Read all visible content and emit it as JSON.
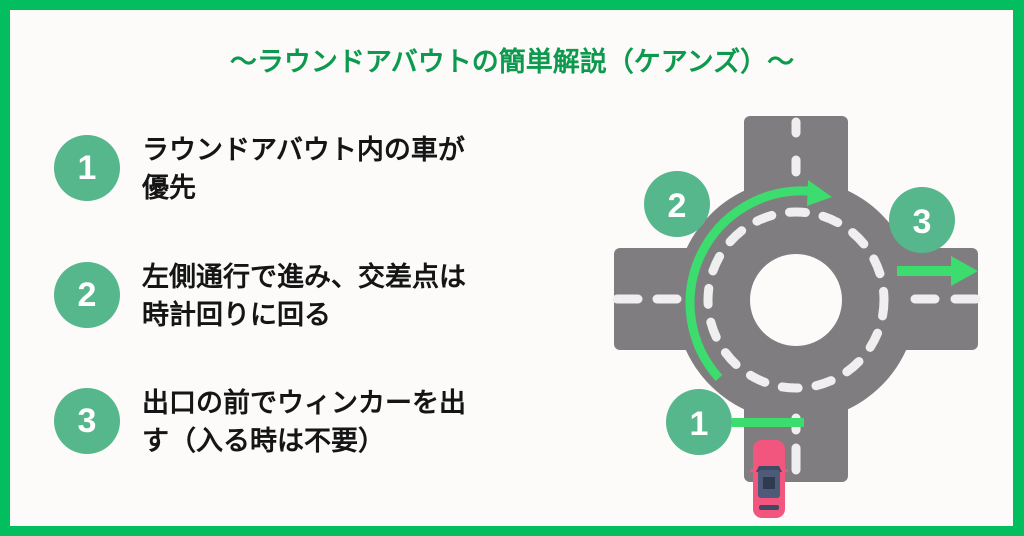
{
  "title": "〜ラウンドアバウトの簡単解説（ケアンズ）〜",
  "colors": {
    "border": "#03BE5F",
    "background": "#FCFBF9",
    "title": "#0E9A4E",
    "badge": "#56B68C",
    "road": "#807D80",
    "road_marking": "#EFEFEF",
    "arrow": "#3CDC6E",
    "car_body": "#F2557D",
    "car_glass": "#3F4B63"
  },
  "steps": [
    {
      "number": "1",
      "text_line1": "ラウンドアバウト内の車が",
      "text_line2": "優先"
    },
    {
      "number": "2",
      "text_line1": "左側通行で進み、交差点は",
      "text_line2": "時計回りに回る"
    },
    {
      "number": "3",
      "text_line1": "出口の前でウィンカーを出",
      "text_line2": "す（入る時は不要）"
    }
  ],
  "diagram": {
    "badges": [
      {
        "number": "1",
        "label": "entry-stop-line"
      },
      {
        "number": "2",
        "label": "clockwise-circulation"
      },
      {
        "number": "3",
        "label": "exit-signal"
      }
    ]
  }
}
